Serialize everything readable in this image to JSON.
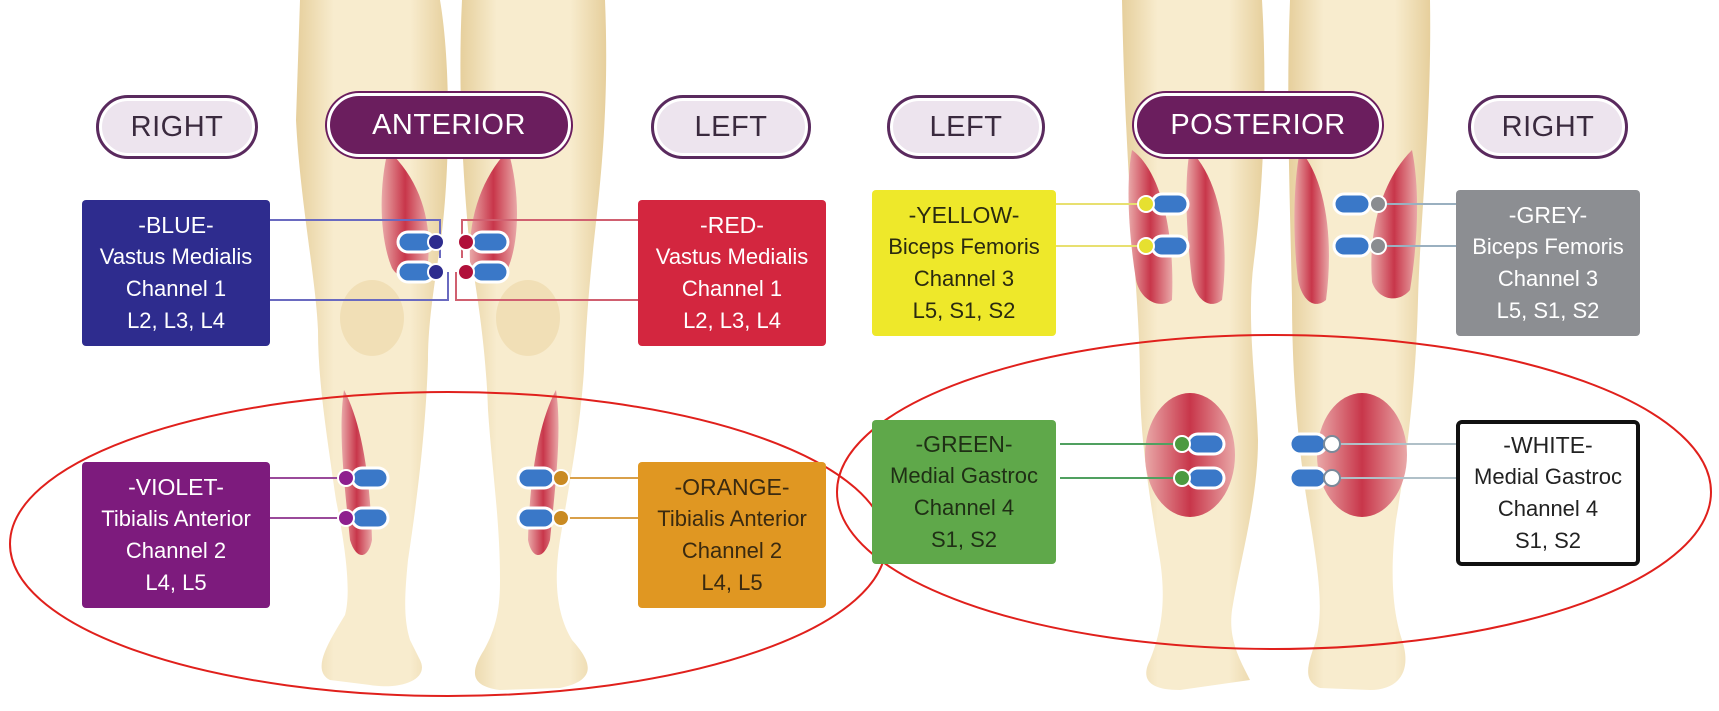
{
  "headers": {
    "anterior_right": "RIGHT",
    "anterior": "ANTERIOR",
    "anterior_left": "LEFT",
    "posterior_left": "LEFT",
    "posterior": "POSTERIOR",
    "posterior_right": "RIGHT"
  },
  "labels": {
    "blue": {
      "title": "-BLUE-",
      "muscle": "Vastus Medialis",
      "channel": "Channel 1",
      "roots": "L2, L3, L4",
      "color": "#2e2c8e",
      "text_color": "#ffffff",
      "dot": "#2e2c8e"
    },
    "red": {
      "title": "-RED-",
      "muscle": "Vastus Medialis",
      "channel": "Channel 1",
      "roots": "L2, L3, L4",
      "color": "#d3263f",
      "text_color": "#ffffff",
      "dot": "#b0103a"
    },
    "violet": {
      "title": "-VIOLET-",
      "muscle": "Tibialis Anterior",
      "channel": "Channel 2",
      "roots": "L4, L5",
      "color": "#7d1b7d",
      "text_color": "#ffffff",
      "dot": "#8e1f8e"
    },
    "orange": {
      "title": "-ORANGE-",
      "muscle": "Tibialis Anterior",
      "channel": "Channel 2",
      "roots": "L4, L5",
      "color": "#e09722",
      "text_color": "#3a2a10",
      "dot": "#c98a22"
    },
    "yellow": {
      "title": "-YELLOW-",
      "muscle": "Biceps Femoris",
      "channel": "Channel 3",
      "roots": "L5, S1, S2",
      "color": "#eee82a",
      "text_color": "#2a2a10",
      "dot": "#e6e030"
    },
    "grey": {
      "title": "-GREY-",
      "muscle": "Biceps Femoris",
      "channel": "Channel 3",
      "roots": "L5, S1, S2",
      "color": "#8c8e92",
      "text_color": "#ffffff",
      "dot": "#8a8c90"
    },
    "green": {
      "title": "-GREEN-",
      "muscle": "Medial Gastroc",
      "channel": "Channel 4",
      "roots": "S1, S2",
      "color": "#5fa84a",
      "text_color": "#1f2f15",
      "dot": "#4c9a40"
    },
    "white": {
      "title": "-WHITE-",
      "muscle": "Medial Gastroc",
      "channel": "Channel 4",
      "roots": "S1, S2",
      "color": "#ffffff",
      "text_color": "#222222",
      "dot": "#ffffff"
    }
  },
  "colors": {
    "skin": "#f6e8c6",
    "skin_shadow": "#e8d2a0",
    "muscle": "#c8414f",
    "electrode": "#3a78c8",
    "highlight_ellipse": "#e0201c"
  }
}
